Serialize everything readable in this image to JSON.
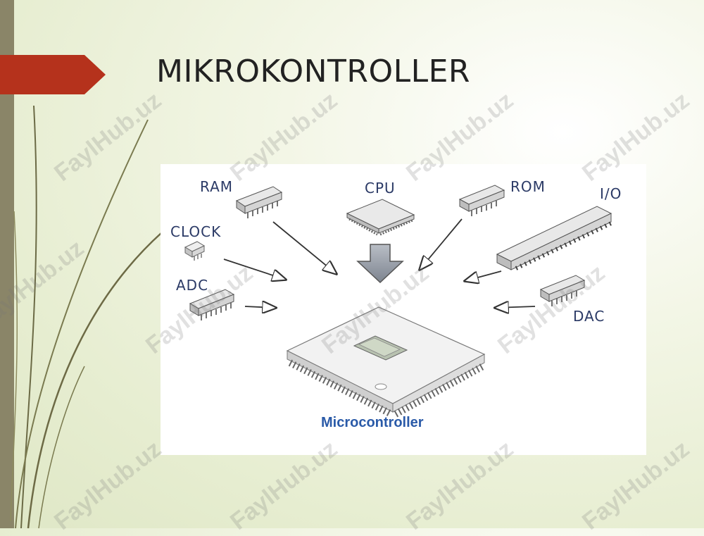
{
  "slide": {
    "title": "MIKROKONTROLLER"
  },
  "colors": {
    "accent_arrow": "#b5321c",
    "left_bar": "#8a8568",
    "label_text": "#2b3a66",
    "microcontroller_text": "#2a5aa8"
  },
  "diagram": {
    "labels": {
      "ram": "RAM",
      "cpu": "CPU",
      "rom": "ROM",
      "io": "I/O",
      "clock": "CLOCK",
      "adc": "ADC",
      "dac": "DAC",
      "microcontroller": "Microcontroller"
    }
  },
  "watermark": {
    "text": "FaylHub.uz"
  }
}
